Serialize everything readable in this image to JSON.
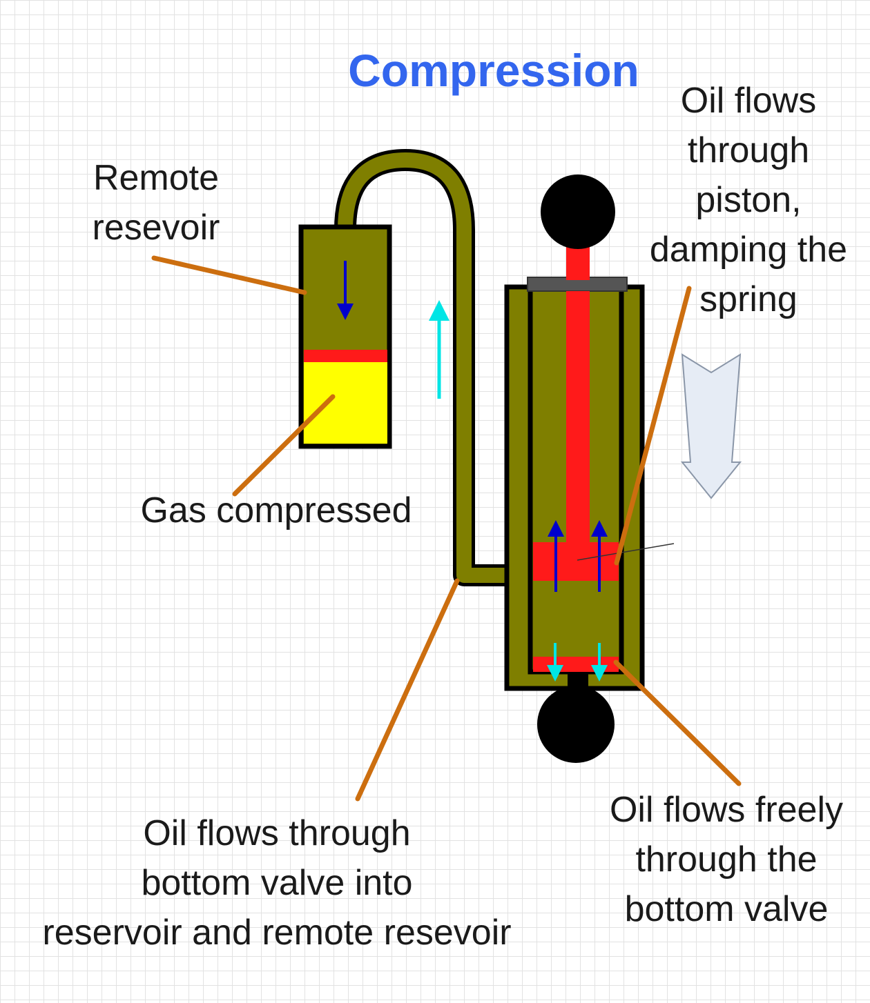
{
  "title": "Compression",
  "labels": {
    "remote_reservoir": [
      "Remote",
      "resevoir"
    ],
    "gas": "Gas compressed",
    "piston": [
      "Oil flows",
      "through",
      "piston,",
      "damping the",
      "spring"
    ],
    "bottom_valve_flow": [
      "Oil flows through",
      "bottom valve into",
      "reservoir and remote resevoir"
    ],
    "free_flow": [
      "Oil flows freely",
      "through the",
      "bottom valve"
    ]
  },
  "colors": {
    "title": "#3366ee",
    "oil": "#7f7f00",
    "gas": "#ffff00",
    "piston": "#ff1a1a",
    "leader": "#cc6e0f",
    "arrow_down": "#0000cc",
    "arrow_flow": "#00e5e5",
    "motion_arrow": "#e6ecf5"
  }
}
